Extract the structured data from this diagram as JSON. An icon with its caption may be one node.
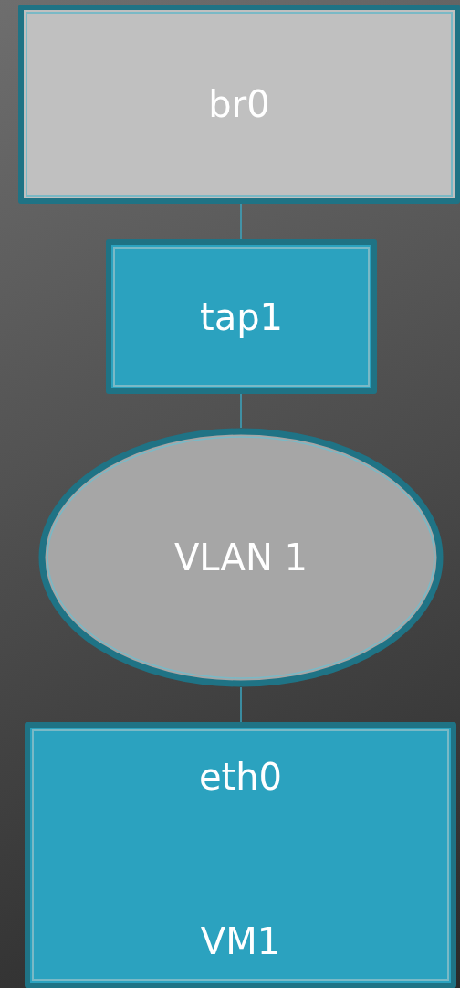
{
  "diagram": {
    "nodes": [
      {
        "text": [
          "br0"
        ]
      },
      {
        "text": [
          "tap1"
        ]
      },
      {
        "text": [
          "VLAN 1"
        ]
      },
      {
        "text": [
          "eth0",
          "VM1"
        ]
      }
    ],
    "edges": [
      {
        "from": 0,
        "to": 1,
        "arrow": "none"
      },
      {
        "from": 1,
        "to": 2,
        "arrow": "none"
      },
      {
        "from": 2,
        "to": 3,
        "arrow": "none"
      }
    ]
  }
}
